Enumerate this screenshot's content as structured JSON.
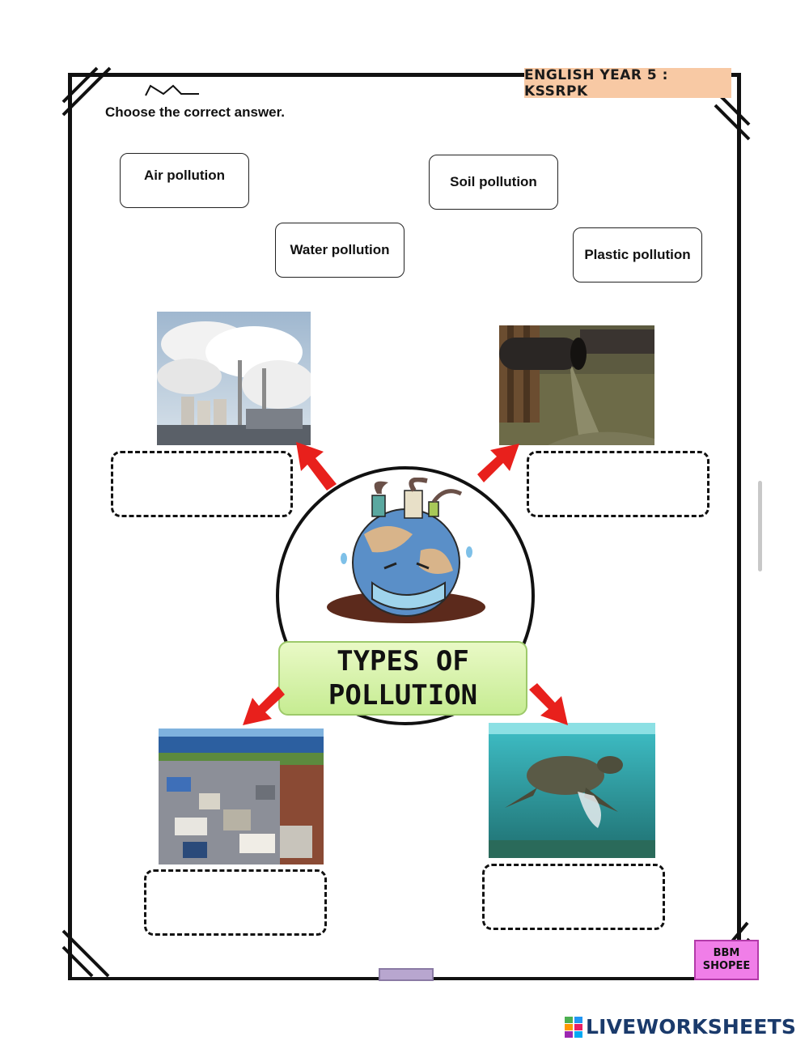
{
  "header": {
    "course_tag": "ENGLISH YEAR 5 : KSSRPK",
    "instruction": "Choose the correct answer."
  },
  "word_bank": [
    {
      "label": "Air pollution"
    },
    {
      "label": "Soil pollution"
    },
    {
      "label": "Water pollution"
    },
    {
      "label": "Plastic pollution"
    }
  ],
  "center": {
    "title_line1": "TYPES OF",
    "title_line2": "POLLUTION"
  },
  "images": [
    {
      "name": "factory-smoke-image"
    },
    {
      "name": "sewage-pipe-image"
    },
    {
      "name": "landfill-garbage-image"
    },
    {
      "name": "turtle-plastic-image"
    }
  ],
  "badge": {
    "line1": "BBM",
    "line2": "SHOPEE"
  },
  "footer": {
    "brand": "LIVEWORKSHEETS"
  },
  "colors": {
    "arrow": "#e8201c",
    "tag_bg": "#f8c9a4",
    "label_bg": "#d4f2a8",
    "badge_bg": "#f07ee8",
    "brand": "#1a3a6b"
  }
}
